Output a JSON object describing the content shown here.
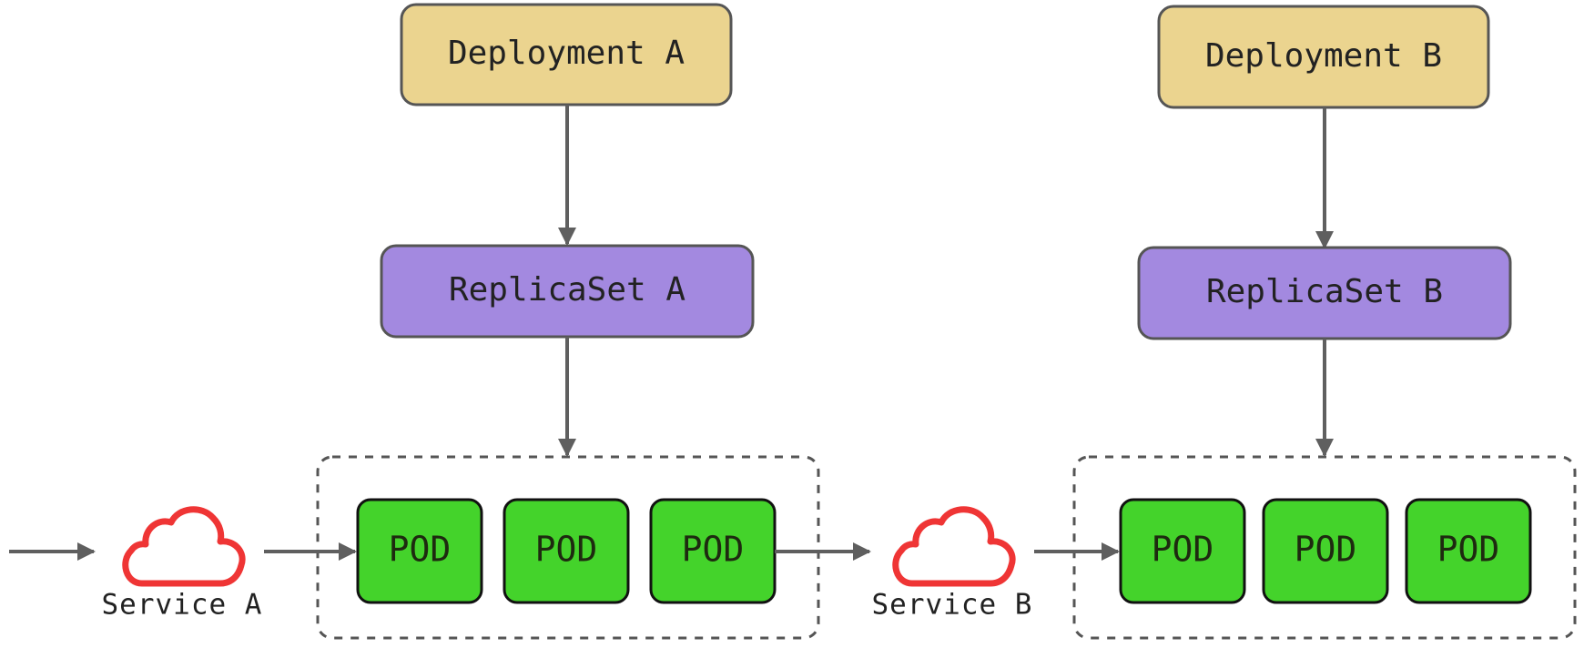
{
  "colors": {
    "deployment": "#ebd48f",
    "replicaset": "#a389e0",
    "pod": "#44d32b",
    "service_cloud": "#ef3535",
    "edge": "#5f5f5f",
    "border": "#555555"
  },
  "icons": {
    "service": "cloud-icon"
  },
  "stack_a": {
    "deployment": "Deployment A",
    "replicaset": "ReplicaSet A",
    "service": "Service A",
    "pods": [
      "POD",
      "POD",
      "POD"
    ]
  },
  "stack_b": {
    "deployment": "Deployment B",
    "replicaset": "ReplicaSet B",
    "service": "Service B",
    "pods": [
      "POD",
      "POD",
      "POD"
    ]
  }
}
